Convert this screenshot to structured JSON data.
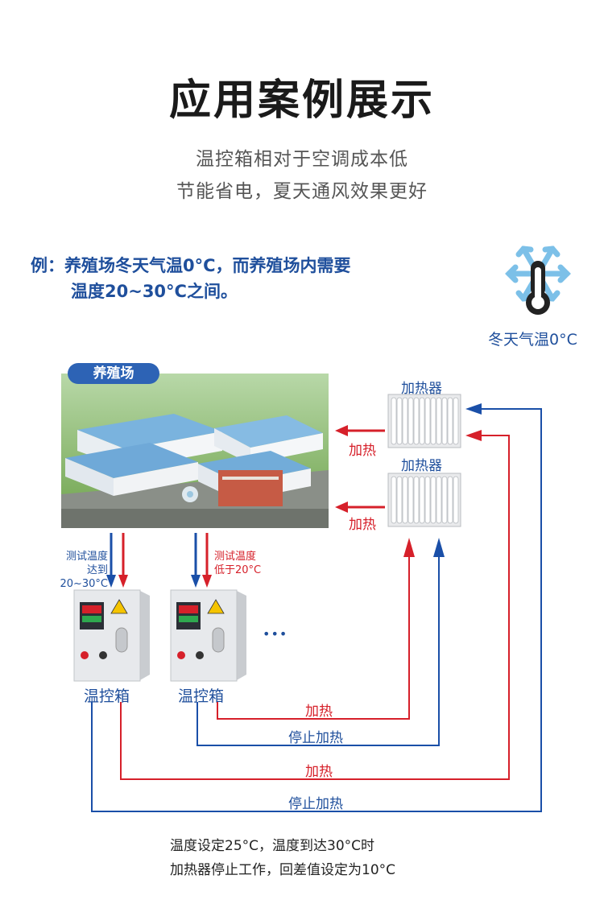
{
  "page_title": "应用案例展示",
  "subtitle_lines": [
    "温控箱相对于空调成本低",
    "节能省电，夏天通风效果更好"
  ],
  "example": {
    "line1": "例：养殖场冬天气温0°C，而养殖场内需要",
    "line2": "温度20~30°C之间。"
  },
  "winter_label": "冬天气温0°C",
  "farm_label": "养殖场",
  "heaters": [
    {
      "label": "加热器",
      "side_label": "加热"
    },
    {
      "label": "加热器",
      "side_label": "加热"
    }
  ],
  "control_boxes": [
    {
      "label": "温控箱",
      "test_line1": "测试温度",
      "test_line2": "达到20~30°C"
    },
    {
      "label": "温控箱",
      "test_line1": "测试温度",
      "test_line2": "低于20°C"
    }
  ],
  "ellipsis": "•••",
  "flows": {
    "inner_heat": "加热",
    "inner_stop": "停止加热",
    "outer_heat": "加热",
    "outer_stop": "停止加热"
  },
  "note_lines": [
    "温度设定25°C，温度到达30°C时",
    "加热器停止工作，回差值设定为10°C"
  ],
  "colors": {
    "blue": "#1f4f9c",
    "red": "#d6202a",
    "line_blue": "#1a4fa8"
  }
}
